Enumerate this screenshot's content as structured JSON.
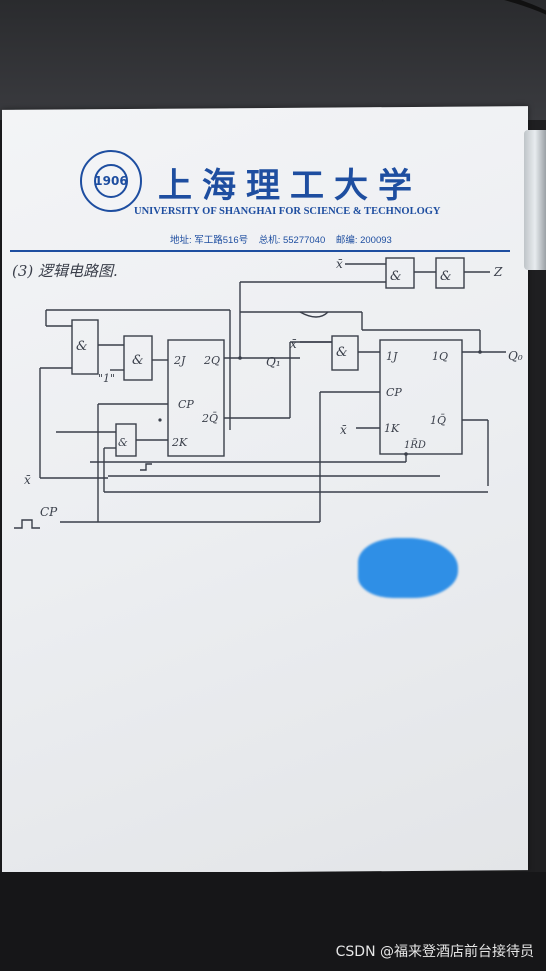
{
  "header": {
    "university_cn": "上海理工大学",
    "university_en": "UNIVERSITY OF SHANGHAI FOR SCIENCE & TECHNOLOGY",
    "logo_text": "1906",
    "address_label": "地址: 军工路516号",
    "phone_label": "总机: 55277040",
    "postcode_label": "邮编: 200093"
  },
  "diagram": {
    "heading": "(3) 逻辑电路图.",
    "gate_and": "&",
    "label_x_bar": "x̄",
    "label_z": "Z",
    "label_q1": "Q₁",
    "label_q0": "Q₀",
    "label_1": "\"1\"",
    "ff2": {
      "j": "2J",
      "q": "2Q",
      "cp": "CP",
      "qbar": "2Q̄",
      "k": "2K"
    },
    "ff1": {
      "j": "1J",
      "q": "1Q",
      "cp": "CP",
      "qbar": "1Q̄",
      "k": "1K",
      "rd": "1R̄D"
    },
    "label_cp": "CP"
  },
  "watermark": "CSDN @福来登酒店前台接待员",
  "colors": {
    "ink": "#3a3f4a",
    "brand": "#1e4ea0",
    "redact": "#2f8fe6"
  }
}
